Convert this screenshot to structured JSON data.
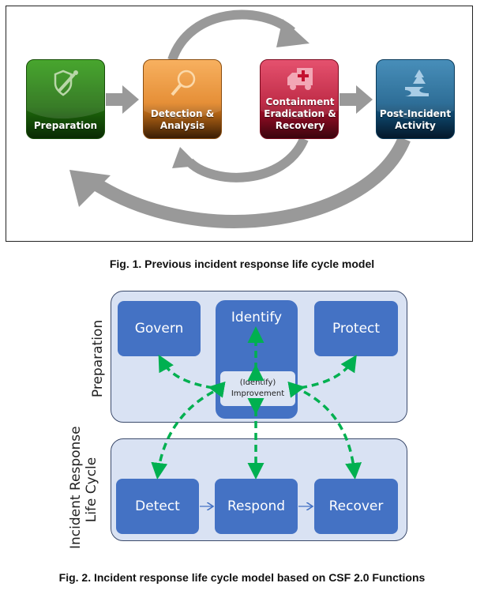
{
  "figure1": {
    "tiles": [
      {
        "label": "Preparation",
        "icon": "shield-sword-icon",
        "color": "#2f9a12"
      },
      {
        "label": "Detection & Analysis",
        "icon": "magnifier-icon",
        "color": "#e2801c"
      },
      {
        "label": "Containment Eradication & Recovery",
        "icon": "ambulance-icon",
        "color": "#b8102f"
      },
      {
        "label": "Post-Incident Activity",
        "icon": "road-tree-icon",
        "color": "#125b8a"
      }
    ],
    "caption": "Fig. 1. Previous incident response life cycle model"
  },
  "figure2": {
    "preparation_label": "Preparation",
    "lifecycle_label_line1": "Incident Response",
    "lifecycle_label_line2": "Life Cycle",
    "govern": "Govern",
    "identify": "Identify",
    "protect": "Protect",
    "improvement_line1": "(Identify)",
    "improvement_line2": "Improvement",
    "detect": "Detect",
    "respond": "Respond",
    "recover": "Recover",
    "caption": "Fig. 2. Incident response life cycle model based on CSF 2.0 Functions",
    "colors": {
      "function_box": "#4472c4",
      "panel": "#d9e2f3",
      "arrow": "#00b050"
    }
  }
}
